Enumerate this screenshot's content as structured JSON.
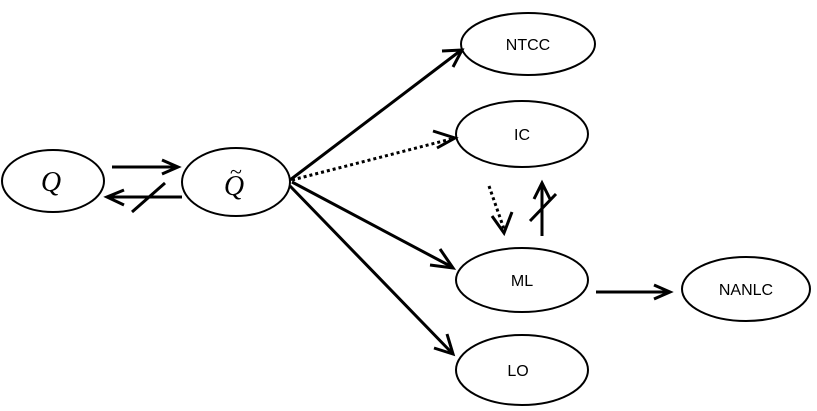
{
  "nodes": {
    "q": {
      "label": "Q"
    },
    "q_tilde": {
      "label": "Q",
      "accent": "~"
    },
    "ntcc": {
      "label": "NTCC"
    },
    "ic": {
      "label": "IC"
    },
    "ml": {
      "label": "ML"
    },
    "lo": {
      "label": "LO"
    },
    "nanlc": {
      "label": "NANLC"
    }
  },
  "edges": [
    {
      "from": "Q",
      "to": "Q~",
      "style": "solid"
    },
    {
      "from": "Q~",
      "to": "Q",
      "style": "solid",
      "negated": true
    },
    {
      "from": "Q~",
      "to": "NTCC",
      "style": "solid"
    },
    {
      "from": "Q~",
      "to": "IC",
      "style": "dotted"
    },
    {
      "from": "Q~",
      "to": "ML",
      "style": "solid"
    },
    {
      "from": "Q~",
      "to": "LO",
      "style": "solid"
    },
    {
      "from": "IC",
      "to": "ML",
      "style": "dotted"
    },
    {
      "from": "ML",
      "to": "IC",
      "style": "solid",
      "negated": true
    },
    {
      "from": "ML",
      "to": "NANLC",
      "style": "solid"
    }
  ],
  "colors": {
    "stroke": "#000000",
    "background": "#ffffff"
  }
}
